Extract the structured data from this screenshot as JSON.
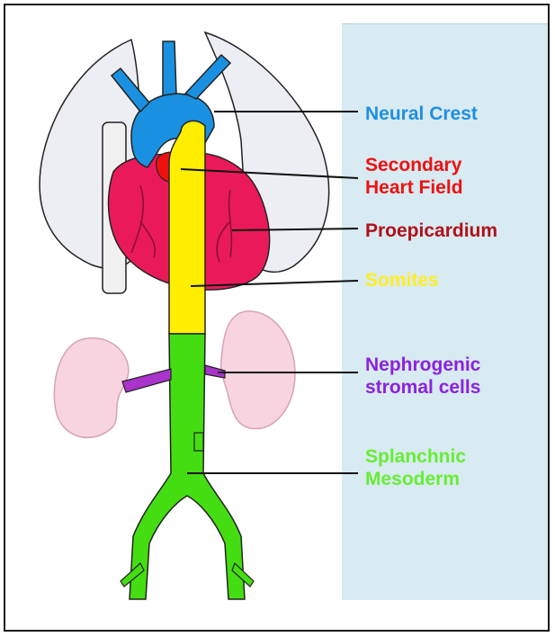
{
  "labels": {
    "neural_crest": {
      "text": "Neural Crest",
      "color": "#1e8fe0"
    },
    "secondary_heart_field": {
      "line1": "Secondary",
      "line2": "Heart Field",
      "color": "#ee1111"
    },
    "proepicardium": {
      "text": "Proepicardium",
      "color": "#b0101a"
    },
    "somites": {
      "text": "Somites",
      "color": "#ffee22"
    },
    "nephrogenic": {
      "line1": "Nephrogenic",
      "line2": "stromal cells",
      "color": "#8a22e0"
    },
    "splanchnic": {
      "line1": "Splanchnic",
      "line2": "Mesoderm",
      "color": "#66ee33"
    }
  },
  "colors": {
    "panel": "#d8eaf2",
    "lungs": "#eceef4",
    "heart": "#ea1a5a",
    "aorta_arch": "#1a90e0",
    "kidney": "#f8d4e0",
    "somite_aorta": "#ffee00",
    "splanchnic_aorta": "#44dd11",
    "renal_artery": "#aa33cc"
  }
}
